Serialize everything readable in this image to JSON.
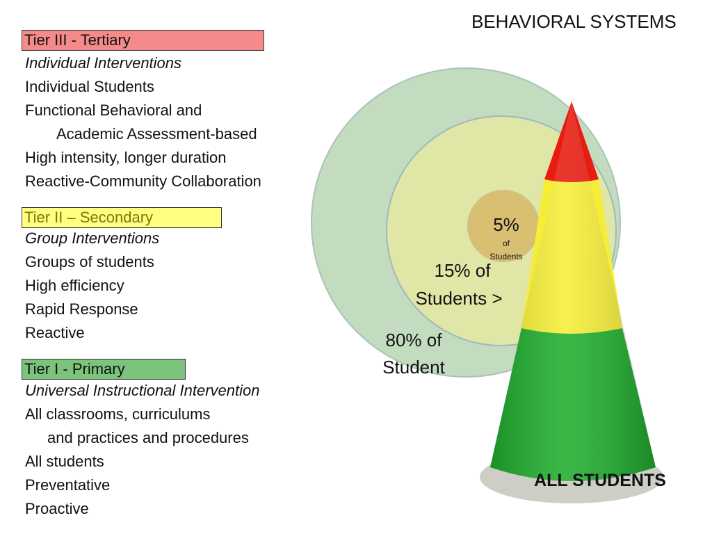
{
  "title": "BEHAVIORAL SYSTEMS",
  "colors": {
    "tier3": "#f58a8a",
    "tier2": "#ffff80",
    "tier1": "#7cc47c",
    "outer_ring": "#c3dcc0",
    "middle_ring": "#e0e6a6",
    "inner_circle": "#d8bf72",
    "cone_red": "#e81c10",
    "cone_yellow": "#f6ee36",
    "cone_green": "#1fae2d"
  },
  "tiers": {
    "tier3": {
      "heading": "Tier III -  Tertiary",
      "lines": [
        "Individual Interventions",
        "Individual Students",
        "Functional Behavioral and",
        "Academic Assessment-based",
        "High intensity, longer duration",
        "Reactive-Community Collaboration"
      ]
    },
    "tier2": {
      "heading": "Tier II – Secondary",
      "lines": [
        "Group Interventions",
        "Groups of students",
        "High efficiency",
        "Rapid Response",
        "Reactive"
      ]
    },
    "tier1": {
      "heading": "Tier I - Primary",
      "lines": [
        "Universal  Instructional Intervention",
        "All classrooms, curriculums",
        "and practices and procedures",
        "All students",
        "Preventative",
        "Proactive"
      ]
    }
  },
  "diagram": {
    "inner_pct": "5%",
    "inner_of": "of",
    "inner_students": "Students",
    "middle_line1": "15% of",
    "middle_line2": "Students >",
    "outer_line1": "80% of",
    "outer_line2": "Student",
    "base_label": "ALL STUDENTS"
  }
}
